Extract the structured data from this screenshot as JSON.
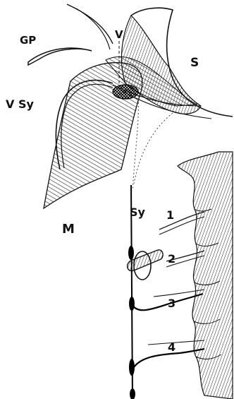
{
  "labels": {
    "gp": "GP",
    "v": "V",
    "s": "S",
    "vsy": "V Sy",
    "m": "M",
    "sy": "Sy",
    "n1": "1",
    "n2": "2",
    "n3": "3",
    "n4": "4"
  }
}
